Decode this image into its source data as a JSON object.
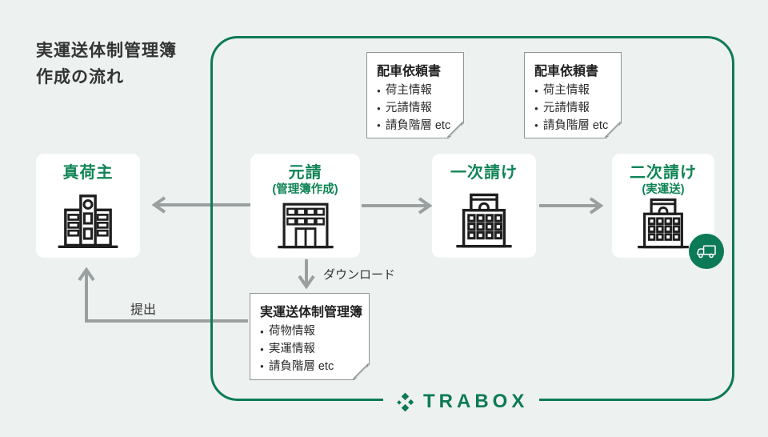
{
  "diagram": {
    "title_line1": "実運送体制管理簿",
    "title_line2": "作成の流れ"
  },
  "entities": {
    "shipper": {
      "label": "真荷主",
      "sublabel": ""
    },
    "prime": {
      "label": "元請",
      "sublabel": "(管理簿作成)"
    },
    "first_tier": {
      "label": "一次請け",
      "sublabel": ""
    },
    "second_tier": {
      "label": "二次請け",
      "sublabel": "(実運送)"
    }
  },
  "notes": {
    "dispatch_1": {
      "title": "配車依頼書",
      "items": [
        "荷主情報",
        "元請情報",
        "請負階層 etc"
      ]
    },
    "dispatch_2": {
      "title": "配車依頼書",
      "items": [
        "荷主情報",
        "元請情報",
        "請負階層 etc"
      ]
    },
    "ledger": {
      "title": "実運送体制管理簿",
      "items": [
        "荷物情報",
        "実運情報",
        "請負階層 etc"
      ]
    }
  },
  "labels": {
    "download": "ダウンロード",
    "submit": "提出"
  },
  "logo": {
    "text": "TRABOX"
  },
  "colors": {
    "brand_green": "#0d7a57",
    "text_green": "#108457",
    "arrow_gray": "#9aa0a0",
    "background": "#edf1f0",
    "note_border": "#8f9495"
  }
}
